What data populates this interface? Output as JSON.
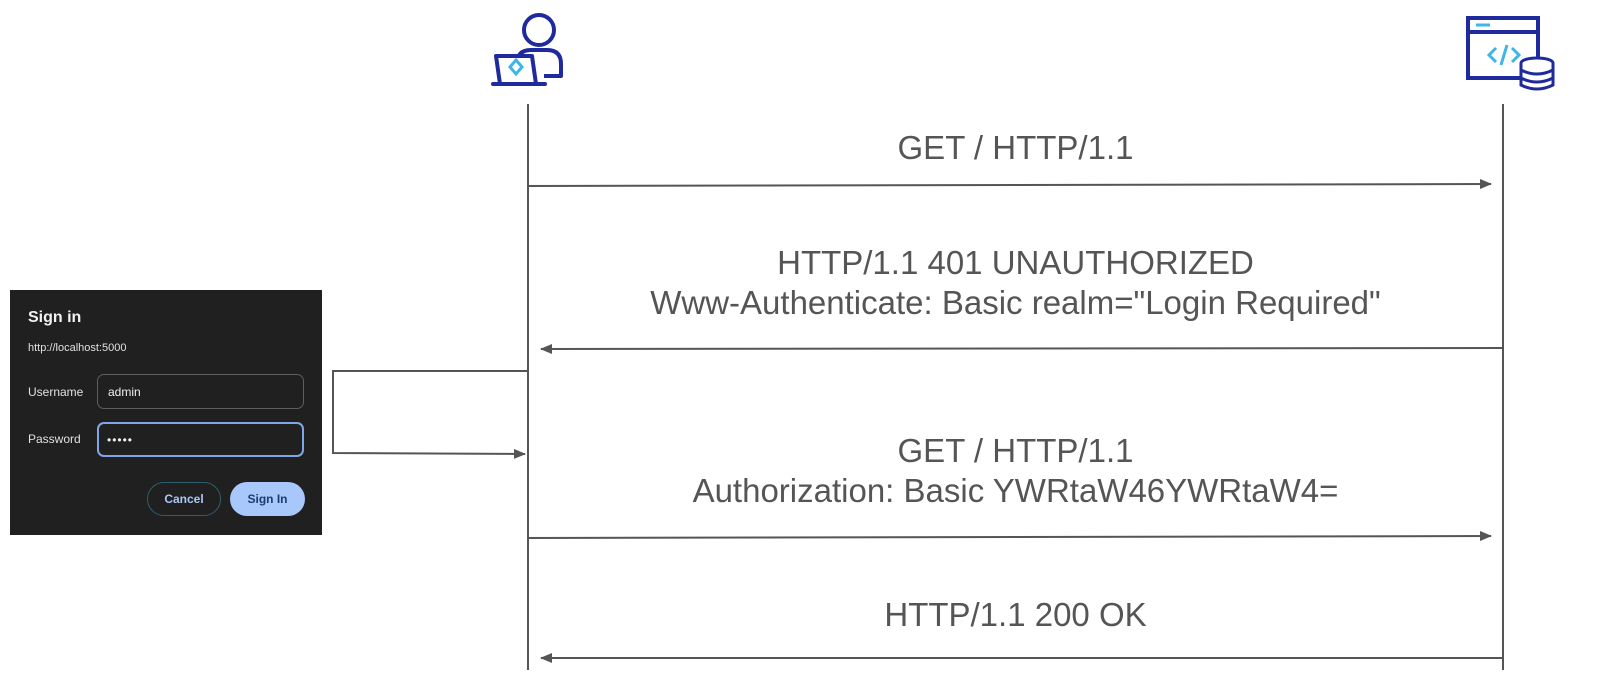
{
  "messages": {
    "req1": {
      "line1": "GET / HTTP/1.1"
    },
    "resp1": {
      "line1": "HTTP/1.1 401 UNAUTHORIZED",
      "line2": "Www-Authenticate: Basic realm=\"Login Required\""
    },
    "req2": {
      "line1": "GET / HTTP/1.1",
      "line2": "Authorization: Basic YWRtaW46YWRtaW4="
    },
    "resp2": {
      "line1": "HTTP/1.1 200 OK"
    }
  },
  "participants": {
    "client": {
      "icon": "user-laptop-icon",
      "color": "#1f2a9c",
      "accent": "#3fb6e8"
    },
    "server": {
      "icon": "web-server-database-icon",
      "color": "#1f2a9c",
      "accent": "#3fb6e8"
    }
  },
  "dialog": {
    "title": "Sign in",
    "url": "http://localhost:5000",
    "username_label": "Username",
    "username_value": "admin",
    "password_label": "Password",
    "password_value": "•••••",
    "cancel_label": "Cancel",
    "signin_label": "Sign In"
  },
  "colors": {
    "line": "#555555",
    "text": "#555555",
    "dialog_bg": "#202020",
    "signin_button": "#a8c7fa"
  }
}
